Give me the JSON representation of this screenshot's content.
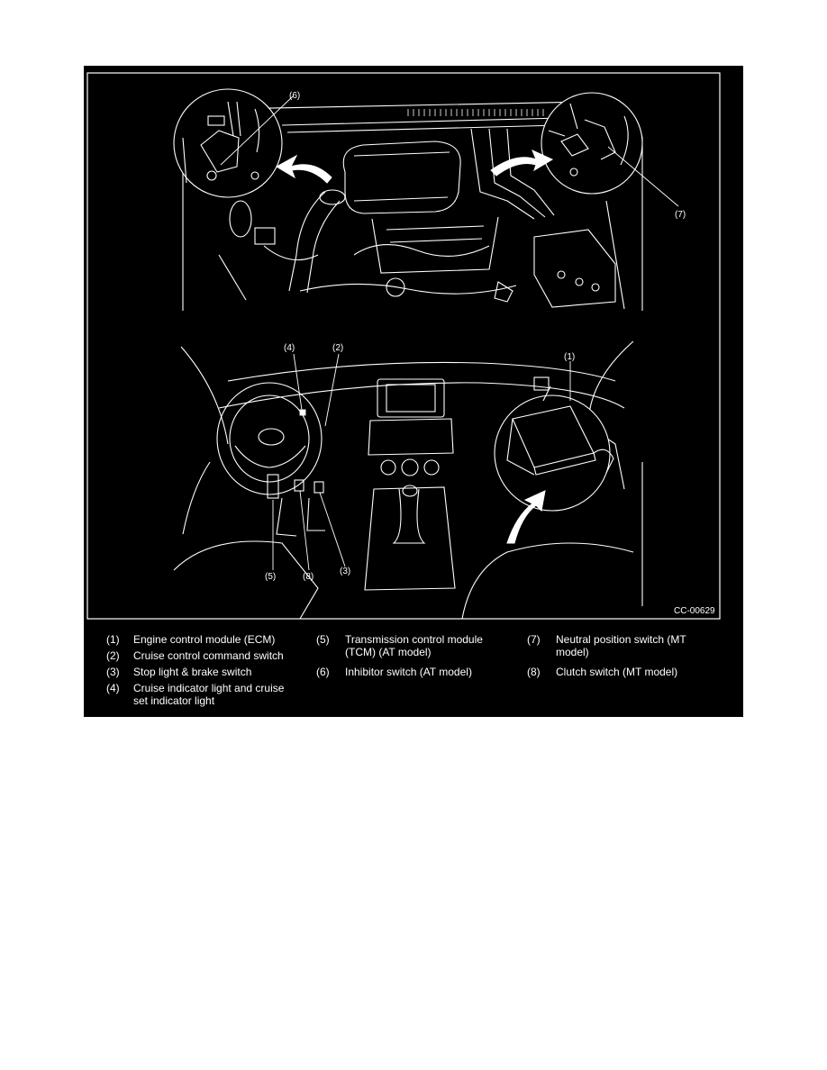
{
  "figure_code": "CC-00629",
  "callouts": [
    {
      "id": "c6",
      "text": "(6)"
    },
    {
      "id": "c7",
      "text": "(7)"
    },
    {
      "id": "c4",
      "text": "(4)"
    },
    {
      "id": "c2",
      "text": "(2)"
    },
    {
      "id": "c1",
      "text": "(1)"
    },
    {
      "id": "c5",
      "text": "(5)"
    },
    {
      "id": "c8",
      "text": "(8)"
    },
    {
      "id": "c3",
      "text": "(3)"
    }
  ],
  "legend": [
    {
      "num": "(1)",
      "text": "Engine control module (ECM)"
    },
    {
      "num": "(2)",
      "text": "Cruise control command switch"
    },
    {
      "num": "(3)",
      "text": "Stop light & brake switch"
    },
    {
      "num": "(4)",
      "text": "Cruise indicator light and cruise set indicator light"
    },
    {
      "num": "(5)",
      "text": "Transmission control module (TCM) (AT model)"
    },
    {
      "num": "(6)",
      "text": "Inhibitor switch (AT model)"
    },
    {
      "num": "(7)",
      "text": "Neutral position switch (MT model)"
    },
    {
      "num": "(8)",
      "text": "Clutch switch (MT model)"
    }
  ]
}
